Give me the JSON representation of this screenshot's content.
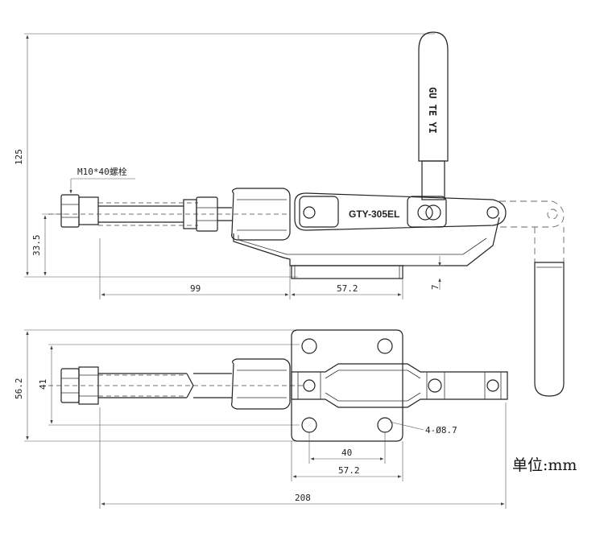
{
  "side_view": {
    "bolt_label": "M10*40螺栓",
    "handle_text": "GU TE YI",
    "model_label": "GTY-305EL",
    "dims": {
      "height_total": "125",
      "height_axis": "33.5",
      "len_rod": "99",
      "len_base": "57.2",
      "base_thick": "7"
    }
  },
  "top_view": {
    "dims": {
      "width_outer": "56.2",
      "width_inner": "41",
      "hole_spacing": "40",
      "base_width": "57.2",
      "total_length": "208",
      "holes": "4-Ø8.7"
    }
  },
  "unit_label": "单位:mm"
}
